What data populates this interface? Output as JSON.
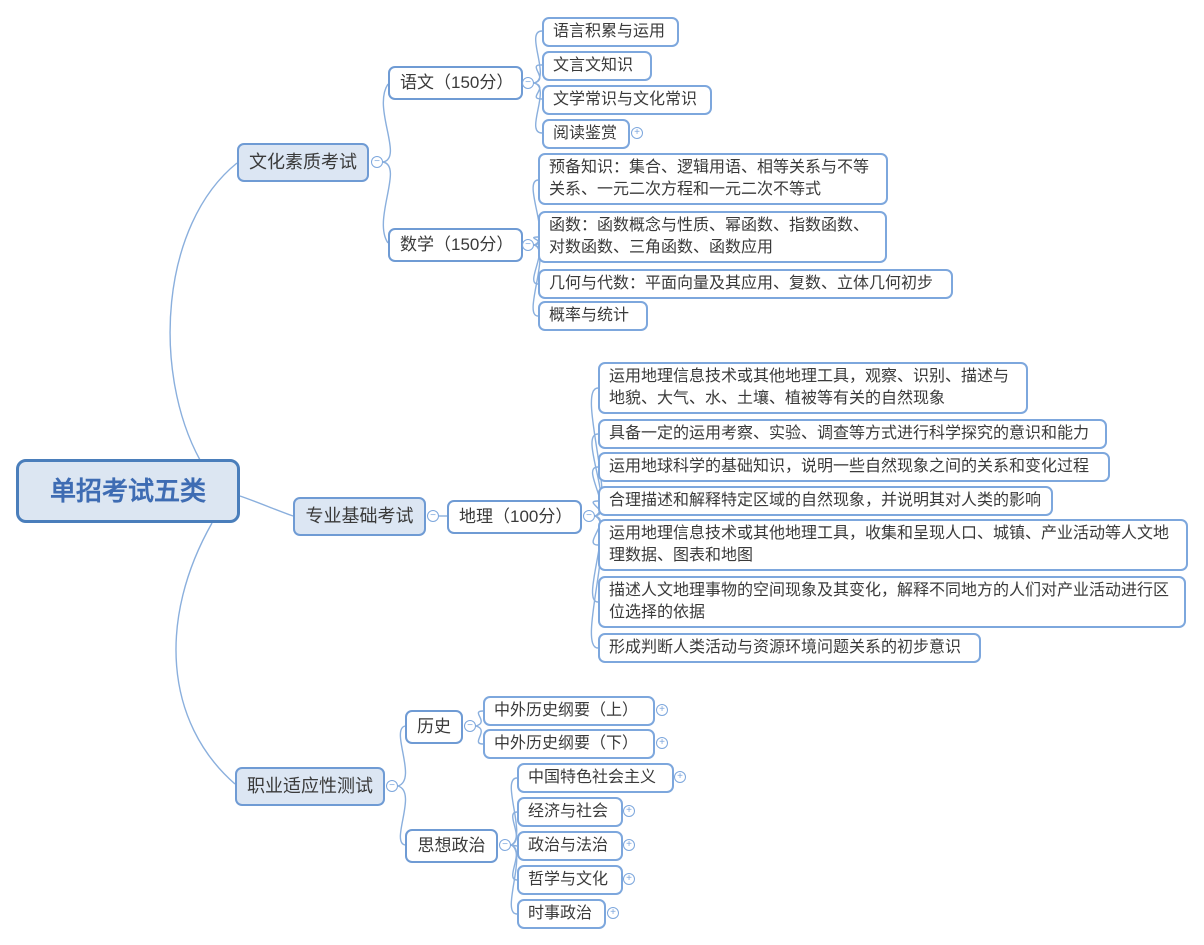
{
  "root": {
    "label": "单招考试五类"
  },
  "branches": [
    {
      "label": "文化素质考试",
      "children": [
        {
          "label": "语文（150分）",
          "children": [
            {
              "label": "语言积累与运用"
            },
            {
              "label": "文言文知识"
            },
            {
              "label": "文学常识与文化常识"
            },
            {
              "label": "阅读鉴赏",
              "has_collapsed_children": true
            }
          ]
        },
        {
          "label": "数学（150分）",
          "children": [
            {
              "label": "预备知识：集合、逻辑用语、相等关系与不等关系、一元二次方程和一元二次不等式"
            },
            {
              "label": "函数：函数概念与性质、幂函数、指数函数、对数函数、三角函数、函数应用"
            },
            {
              "label": "几何与代数：平面向量及其应用、复数、立体几何初步"
            },
            {
              "label": "概率与统计"
            }
          ]
        }
      ]
    },
    {
      "label": "专业基础考试",
      "children": [
        {
          "label": "地理（100分）",
          "children": [
            {
              "label": "运用地理信息技术或其他地理工具，观察、识别、描述与地貌、大气、水、土壤、植被等有关的自然现象"
            },
            {
              "label": "具备一定的运用考察、实验、调查等方式进行科学探究的意识和能力"
            },
            {
              "label": "运用地球科学的基础知识，说明一些自然现象之间的关系和变化过程"
            },
            {
              "label": "合理描述和解释特定区域的自然现象，并说明其对人类的影响"
            },
            {
              "label": "运用地理信息技术或其他地理工具，收集和呈现人口、城镇、产业活动等人文地理数据、图表和地图"
            },
            {
              "label": "描述人文地理事物的空间现象及其变化，解释不同地方的人们对产业活动进行区位选择的依据"
            },
            {
              "label": "形成判断人类活动与资源环境问题关系的初步意识"
            }
          ]
        }
      ]
    },
    {
      "label": "职业适应性测试",
      "children": [
        {
          "label": "历史",
          "children": [
            {
              "label": "中外历史纲要（上）",
              "has_collapsed_children": true
            },
            {
              "label": "中外历史纲要（下）",
              "has_collapsed_children": true
            }
          ]
        },
        {
          "label": "思想政治",
          "children": [
            {
              "label": "中国特色社会主义",
              "has_collapsed_children": true
            },
            {
              "label": "经济与社会",
              "has_collapsed_children": true
            },
            {
              "label": "政治与法治",
              "has_collapsed_children": true
            },
            {
              "label": "哲学与文化",
              "has_collapsed_children": true
            },
            {
              "label": "时事政治",
              "has_collapsed_children": true
            }
          ]
        }
      ]
    }
  ],
  "icons": {
    "collapse": "−",
    "expand": "+"
  },
  "colors": {
    "background": "#ffffff",
    "root_border": "#4a7ebb",
    "root_fill": "#dce6f2",
    "root_text": "#3e6cb3",
    "branch_fill": "#dce6f3",
    "node_border": "#6f9bd4",
    "leaf_border": "#7da7dd",
    "connector": "#8aafdd",
    "text": "#3a3a3a"
  }
}
